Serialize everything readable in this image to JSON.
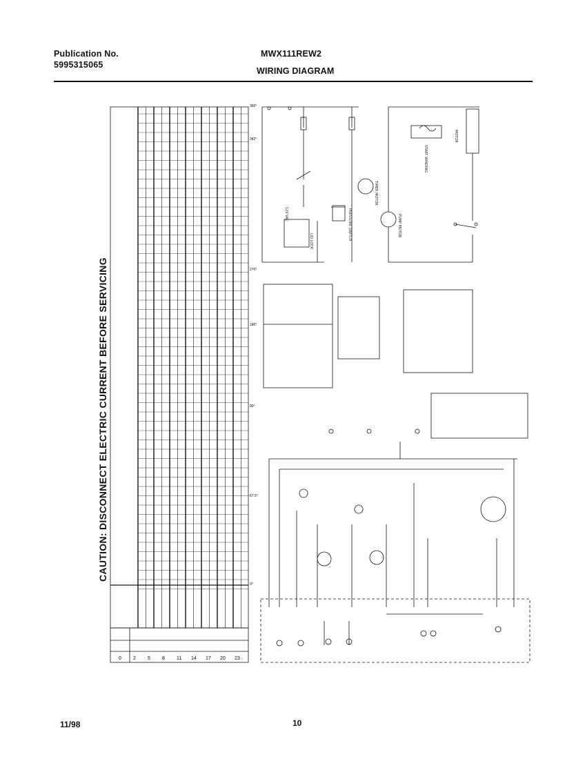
{
  "header": {
    "publication_label": "Publication No.",
    "publication_number": "5995315065",
    "model": "MWX111REW2",
    "title": "WIRING DIAGRAM"
  },
  "caution": "CAUTION: DISCONNECT ELECTRIC CURRENT BEFORE SERVICING",
  "diagram_labels": {
    "voltage": "120 VAC",
    "timer_motor": "TIMER MOTOR",
    "pump_motor": "PUMP MOTOR",
    "motor": "MOTOR",
    "lid_lock": "LID LOCK",
    "pressure_switch": "PRESSURE SWITCH",
    "start_winding": "START WINDING"
  },
  "timer_chart": {
    "step_numbers": [
      "0",
      "2",
      "5",
      "8",
      "11",
      "14",
      "17",
      "20",
      "23"
    ],
    "angle_marks": [
      "360°",
      "342°",
      "270°",
      "180°",
      "90°",
      "67.5°",
      "0°"
    ]
  },
  "footer": {
    "date": "11/98",
    "page": "10"
  }
}
